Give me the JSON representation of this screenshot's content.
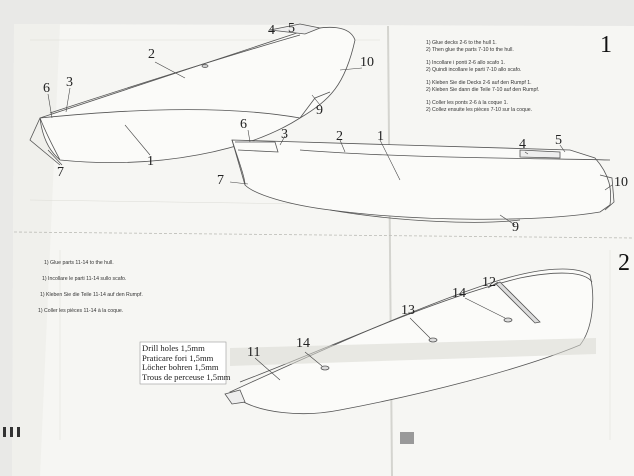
{
  "step1": {
    "number": "1",
    "instructions": [
      "1) Glue decks 2-6 to the hull 1.",
      "2) Then glue the parts 7-10 to the hull.",
      "1) Incollare i ponti 2-6 allo scafo 1.",
      "2) Quindi incollare le parti 7-10 allo scafo.",
      "1) Kleben Sie die Decks 2-6 auf den Rumpf 1.",
      "2) Kleben Sie dann die Teile 7-10 auf den Rumpf.",
      "1) Coller les ponts 2-6 à la coque 1.",
      "2) Collez ensuite les pièces 7-10 sur la coque."
    ],
    "left_callouts": [
      "4",
      "5",
      "2",
      "10",
      "6",
      "3",
      "9",
      "1",
      "7"
    ],
    "right_callouts": [
      "6",
      "3",
      "2",
      "1",
      "4",
      "5",
      "7",
      "10",
      "9"
    ]
  },
  "step2": {
    "number": "2",
    "instructions": [
      "1) Glue parts 11-14 to the hull.",
      "1) Incollare le parti 11-14 sullo scafo.",
      "1) Kleben Sie die Teile 11-14 auf den Rumpf.",
      "1) Coller les pièces 11-14 à la coque."
    ],
    "callouts": [
      "12",
      "14",
      "13",
      "14",
      "11"
    ],
    "drill_note": [
      "Drill holes 1,5mm",
      "Praticare fori 1,5mm",
      "Löcher bohren 1,5mm",
      "Trous de perceuse 1,5mm"
    ]
  }
}
